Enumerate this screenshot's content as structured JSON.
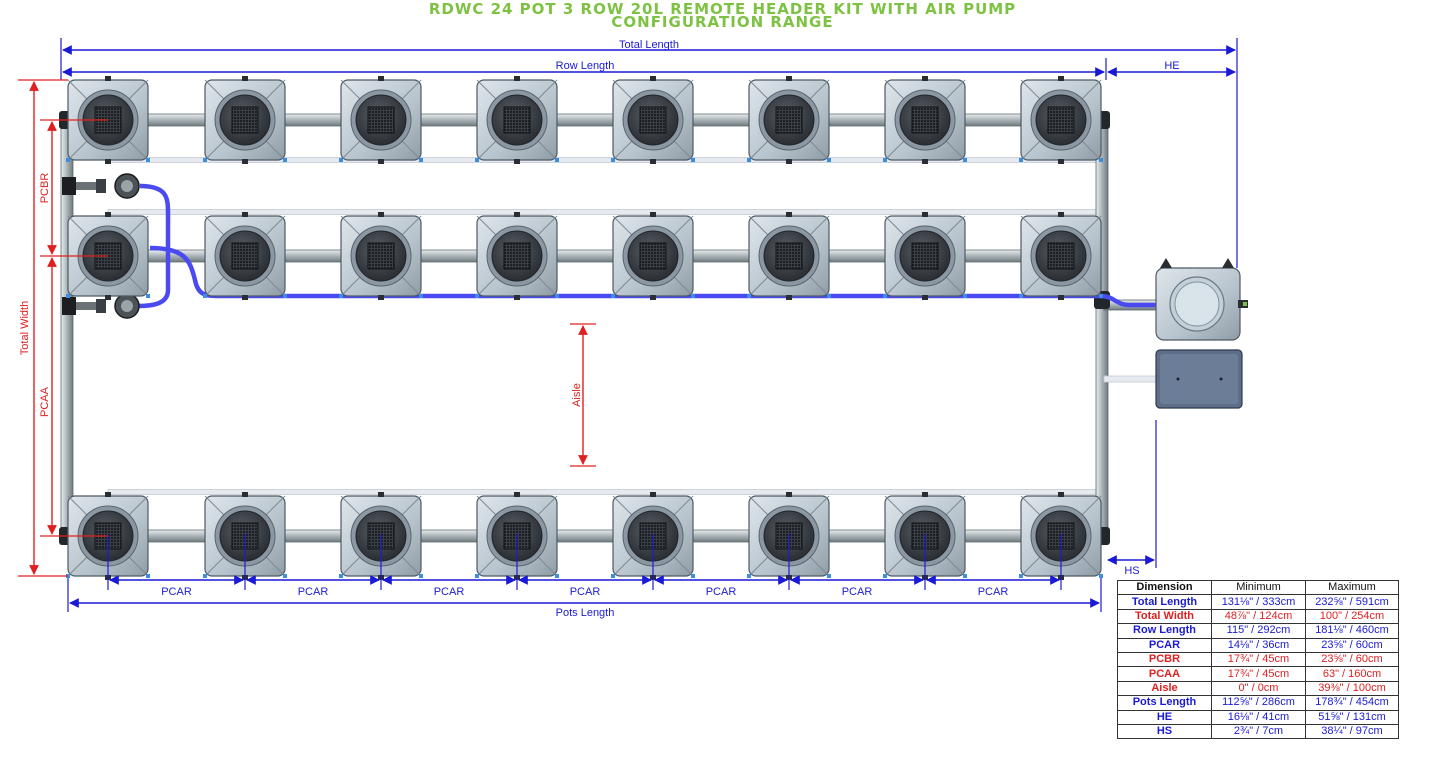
{
  "title": {
    "line1": "RDWC 24 POT 3 ROW 20L REMOTE HEADER KIT WITH AIR PUMP",
    "line2": "CONFIGURATION RANGE"
  },
  "colors": {
    "title": "#7dc242",
    "blue_dim": "#1a1ad6",
    "red_dim": "#e02020",
    "tube": "#4a4af0"
  },
  "labels": {
    "total_length": "Total Length",
    "row_length": "Row Length",
    "he": "HE",
    "hs": "HS",
    "pcar": "PCAR",
    "pots_length": "Pots Length",
    "total_width": "Total Width",
    "pcbr": "PCBR",
    "pcaa": "PCAA",
    "aisle": "Aisle"
  },
  "table": {
    "headers": [
      "Dimension",
      "Minimum",
      "Maximum"
    ],
    "rows": [
      {
        "name": "Total Length",
        "min": "131⅛\" / 333cm",
        "max": "232⅝\" / 591cm",
        "color": "blue"
      },
      {
        "name": "Total Width",
        "min": "48⅞\" / 124cm",
        "max": "100\" / 254cm",
        "color": "red"
      },
      {
        "name": "Row Length",
        "min": "115\" / 292cm",
        "max": "181⅛\" / 460cm",
        "color": "blue"
      },
      {
        "name": "PCAR",
        "min": "14⅛\" / 36cm",
        "max": "23⅝\" / 60cm",
        "color": "blue"
      },
      {
        "name": "PCBR",
        "min": "17¾\" / 45cm",
        "max": "23⅝\" / 60cm",
        "color": "red"
      },
      {
        "name": "PCAA",
        "min": "17¾\" / 45cm",
        "max": "63\" / 160cm",
        "color": "red"
      },
      {
        "name": "Aisle",
        "min": "0\" / 0cm",
        "max": "39⅜\" / 100cm",
        "color": "red"
      },
      {
        "name": "Pots Length",
        "min": "112⅝\" / 286cm",
        "max": "178¾\" / 454cm",
        "color": "blue"
      },
      {
        "name": "HE",
        "min": "16⅛\" / 41cm",
        "max": "51⅝\" / 131cm",
        "color": "blue"
      },
      {
        "name": "HS",
        "min": "2¾\" / 7cm",
        "max": "38¼\" / 97cm",
        "color": "blue"
      }
    ]
  },
  "icons": [
    "pot-icon",
    "header-tank-icon",
    "air-pump-icon",
    "valve-icon"
  ]
}
